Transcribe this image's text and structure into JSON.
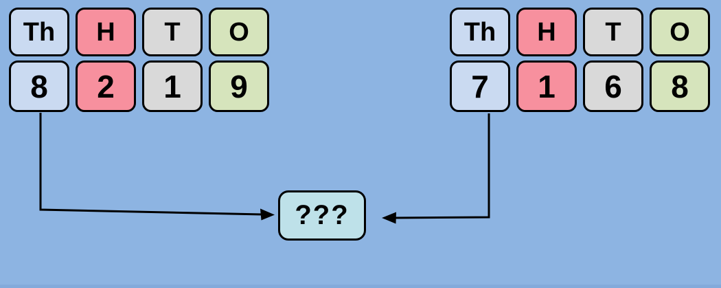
{
  "diagram_type": "place-value-addition-diagram",
  "background_color": "#8db4e2",
  "bottom_edge_color": "#83aadb",
  "place_value_colors": {
    "thousands": "#cadaf1",
    "hundreds": "#f7909e",
    "tens": "#d9d9d9",
    "ones": "#d6e4bc"
  },
  "left_number": {
    "headers": [
      "Th",
      "H",
      "T",
      "O"
    ],
    "digits": [
      "8",
      "2",
      "1",
      "9"
    ]
  },
  "right_number": {
    "headers": [
      "Th",
      "H",
      "T",
      "O"
    ],
    "digits": [
      "7",
      "1",
      "6",
      "8"
    ]
  },
  "result_box": {
    "label": "???",
    "color": "#bee1e9"
  },
  "arrow_color": "#000000"
}
